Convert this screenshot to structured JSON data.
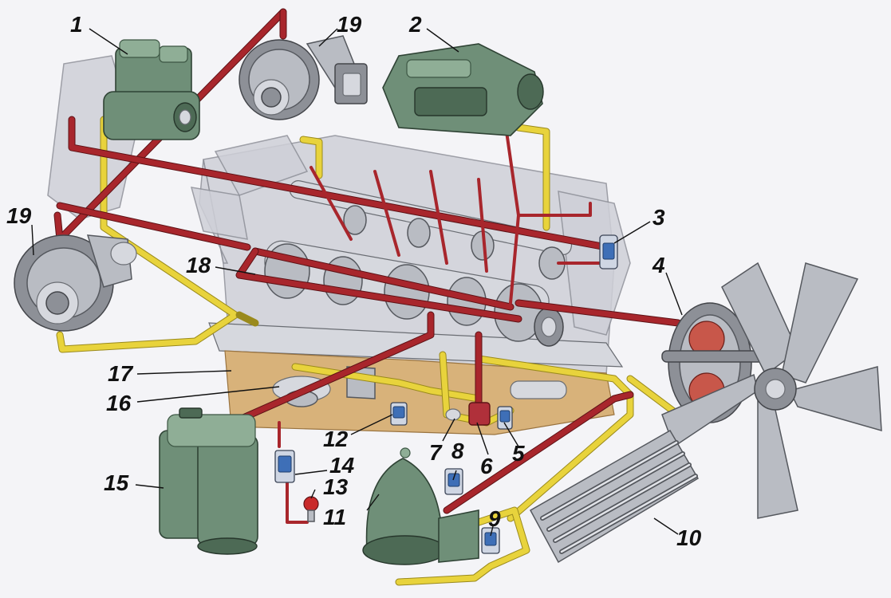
{
  "diagram": {
    "callouts": [
      {
        "id": "1",
        "text": "1"
      },
      {
        "id": "2",
        "text": "2"
      },
      {
        "id": "3",
        "text": "3"
      },
      {
        "id": "4",
        "text": "4"
      },
      {
        "id": "5",
        "text": "5"
      },
      {
        "id": "6",
        "text": "6"
      },
      {
        "id": "7",
        "text": "7"
      },
      {
        "id": "8",
        "text": "8"
      },
      {
        "id": "9",
        "text": "9"
      },
      {
        "id": "10",
        "text": "10"
      },
      {
        "id": "11",
        "text": "11"
      },
      {
        "id": "12",
        "text": "12"
      },
      {
        "id": "13",
        "text": "13"
      },
      {
        "id": "14",
        "text": "14"
      },
      {
        "id": "15",
        "text": "15"
      },
      {
        "id": "16",
        "text": "16"
      },
      {
        "id": "17",
        "text": "17"
      },
      {
        "id": "18",
        "text": "18"
      },
      {
        "id": "19a",
        "text": "19"
      },
      {
        "id": "19b",
        "text": "19"
      }
    ],
    "colors": {
      "pressure_line": "#a8262c",
      "drain_line": "#e8d33c",
      "component": "#6f8f78",
      "engine_block": "#cfd0d8",
      "oil": "#d8b27a"
    }
  }
}
